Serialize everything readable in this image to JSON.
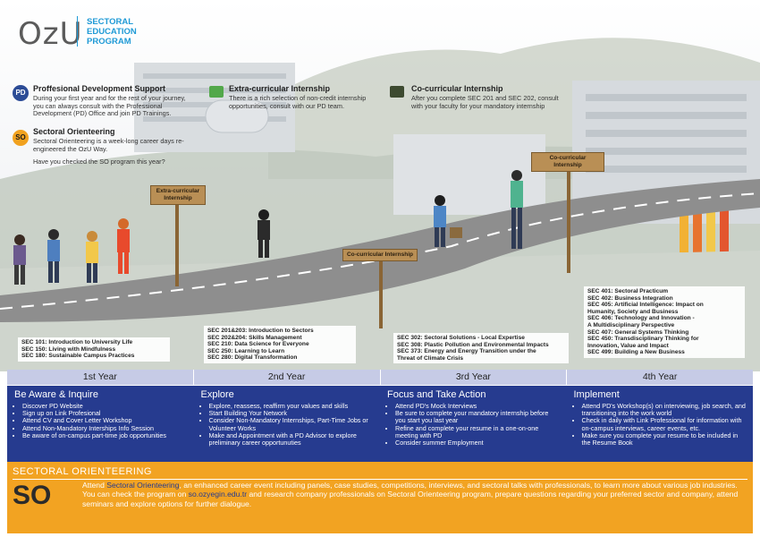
{
  "header": {
    "logo": "OzU",
    "program_lines": [
      "SECTORAL",
      "EDUCATION",
      "PROGRAM"
    ]
  },
  "intro": {
    "pd": {
      "badge": "PD",
      "title": "Proffesional Development Support",
      "text": "During your first year and for the rest of your journey, you can always consult with the Professional Development (PD) Office and join PD Trainings."
    },
    "so": {
      "badge": "SO",
      "title": "Sectoral Orienteering",
      "text": "Sectoral Orienteering is a week-long career days re-engineered the OzU Way.",
      "question": "Have you checked the SO program this year?"
    },
    "extra": {
      "title": "Extra-curricular Internship",
      "text": "There is a rich selection of non-credit internship opportunities, consult with our PD team."
    },
    "co": {
      "title": "Co-curricular Internship",
      "text": "After you complete SEC 201 and SEC 202, consult with your faculty for your mandatory internship"
    }
  },
  "signs": {
    "extra": "Extra-curricular Internship",
    "co_mid": "Co-curricular Internship",
    "co_right": "Co-curricular Internship"
  },
  "courses": {
    "year1": [
      "SEC 101: Introduction to University Life",
      "SEC 150: Living with Mindfulness",
      "SEC 180: Sustainable Campus Practices"
    ],
    "year2": [
      "SEC 201&203: Introduction to Sectors",
      "SEC 202&204: Skills Management",
      "SEC 210: Data Science for Everyone",
      "SEC 250: Learning to Learn",
      "SEC 280: Digital Transformation"
    ],
    "year3": [
      "SEC 302: Sectoral Solutions -  Local Expertise",
      "SEC 308: Plastic Pollution and Environmental Impacts",
      "SEC 373: Energy and Energy Transition under the",
      "Threat of Climate Crisis"
    ],
    "year4": [
      "SEC 401: Sectoral Practicum",
      "SEC 402: Business Integration",
      "SEC 405: Artificial Intelligence: Impact on",
      "Humanity, Society and Business",
      "SEC 406: Technology and Innovation -",
      "A Multidisciplinary Perspective",
      "SEC 407: General Systems Thinking",
      "SEC 450: Transdisciplinary Thinking for",
      "Innovation, Value and Impact",
      "SEC 499: Building a New Business"
    ]
  },
  "years": [
    "1st Year",
    "2nd Year",
    "3rd Year",
    "4th Year"
  ],
  "columns": [
    {
      "title": "Be Aware & Inquire",
      "items": [
        "Discover PD Website",
        "Sign up on Link Profesional",
        "Attend CV and Cover Letter Workshop",
        "Attend Non-Mandatory Interships Info Session",
        "Be aware of on-campus part-time job opportunities"
      ]
    },
    {
      "title": "Explore",
      "items": [
        "Explore, reassess, reaffirm your values and skills",
        "Start Building Your Network",
        "Consider Non-Mandatory Internships, Part-Time Jobs or Volunteer Works",
        "Make and Appointment with a PD Advisor to explore preliminary career opportunuties"
      ]
    },
    {
      "title": "Focus and Take Action",
      "items": [
        "Attend PD's Mock Interviews",
        "Be sure to complete your mandatory internship before you start you last year",
        "Refine and complete your resume in a one-on-one meeting with PD",
        "Consider summer Employment"
      ]
    },
    {
      "title": "Implement",
      "items": [
        "Attend PD's Workshop(s) on interviewing, job search, and transitioning into the work world",
        "Check in daily with Link Professional for information with on-campus interviews, career events, etc.",
        "Make sure you complete your resume to be included in the Resume Book"
      ]
    }
  ],
  "footer": {
    "title": "SECTORAL ORIENTEERING",
    "logo": "SO",
    "p1_before": "Attend ",
    "p1_highlight": "Sectoral Orienteering",
    "p1_after": ", an enhanced career event including panels, case studies, competitions, interviews, and sectoral talks with professionals, to learn more about various job industries.",
    "p2_before": "You can check the program on ",
    "p2_highlight": "so.ozyegin.edu.tr",
    "p2_after": " and research company professionals on Sectoral Orienteering program, prepare questions regarding your preferred sector and company, attend seminars and explore options for further dialogue."
  },
  "colors": {
    "navy": "#263b8f",
    "orange": "#f2a322",
    "year_band": "#c6cbe6",
    "accent_blue": "#1f9ad6"
  }
}
